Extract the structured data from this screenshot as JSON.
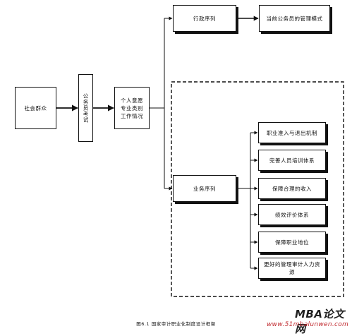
{
  "nodes": {
    "public": "社会群众",
    "exam": "公务员考试",
    "individual": "个人意愿\n专业类别\n工作情况",
    "admin_sequence": "行政序列",
    "current_mode": "当前公务员的管理模式",
    "business_sequence": "业务序列",
    "b1": "职业准入与退出机制",
    "b2": "完善人员培训体系",
    "b3": "保障合理的收入",
    "b4": "绩效评价体系",
    "b5": "保障职业地位",
    "b6": "更好的管理审计人力资源"
  },
  "caption": "图6.1 国家审计职业化制度设计框架",
  "watermark": {
    "title": "MBA论文网",
    "url": "www.51mbalunwen.com"
  }
}
